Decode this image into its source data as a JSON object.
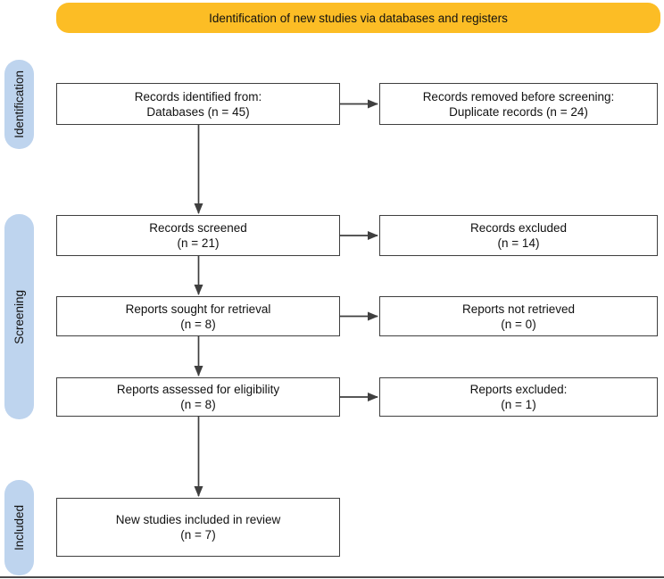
{
  "banner": {
    "label": "Identification of new studies via databases and registers"
  },
  "sidebar": {
    "stages": [
      {
        "id": "identification",
        "label": "Identification"
      },
      {
        "id": "screening",
        "label": "Screening"
      },
      {
        "id": "included",
        "label": "Included"
      }
    ]
  },
  "flow": {
    "boxes": {
      "records_identified": {
        "lines": [
          "Records identified from:",
          "Databases (n = 45)"
        ]
      },
      "records_removed": {
        "lines": [
          "Records removed before screening:",
          "Duplicate records (n = 24)"
        ]
      },
      "records_screened": {
        "lines": [
          "Records screened",
          "(n = 21)"
        ]
      },
      "records_excluded": {
        "lines": [
          "Records excluded",
          "(n = 14)"
        ]
      },
      "reports_sought": {
        "lines": [
          "Reports sought for retrieval",
          "(n = 8)"
        ]
      },
      "reports_not_retrieved": {
        "lines": [
          "Reports not retrieved",
          "(n = 0)"
        ]
      },
      "reports_assessed": {
        "lines": [
          "Reports assessed for eligibility",
          "(n = 8)"
        ]
      },
      "reports_excluded": {
        "lines": [
          "Reports excluded:",
          "(n = 1)"
        ]
      },
      "new_studies_included": {
        "lines": [
          "New studies included in review",
          "(n = 7)"
        ]
      }
    }
  },
  "colors": {
    "banner_fill": "#FCBD25",
    "stage_fill": "#BED4EE",
    "box_border": "#3F3F3F",
    "arrow": "#3F3F3F"
  }
}
